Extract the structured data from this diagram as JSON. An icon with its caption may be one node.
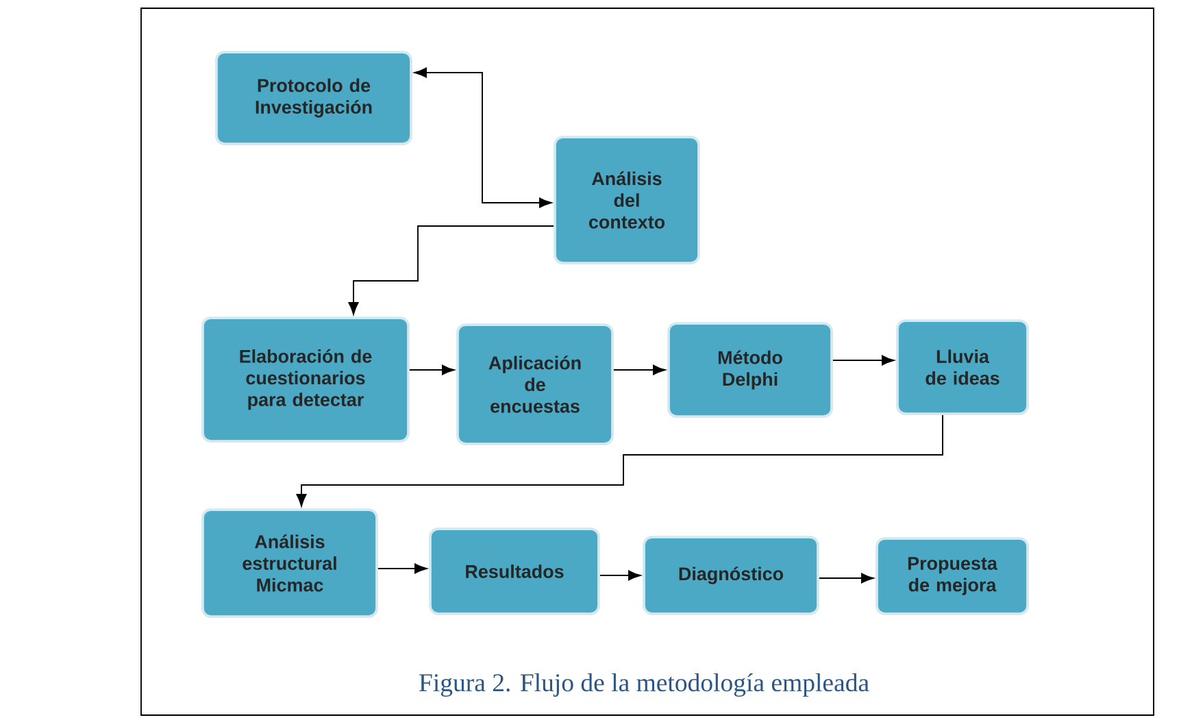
{
  "diagram": {
    "caption": "Figura 2.  Flujo de la metodología empleada",
    "nodes": [
      {
        "text": [
          "Protocolo de Investigación"
        ]
      },
      {
        "text": [
          "Análisis del contexto"
        ]
      },
      {
        "text": [
          "Elaboración de cuestionarios para detectar"
        ]
      },
      {
        "text": [
          "Aplicación de encuestas"
        ]
      },
      {
        "text": [
          "Método Delphi"
        ]
      },
      {
        "text": [
          "Lluvia de ideas"
        ]
      },
      {
        "text": [
          "Análisis estructural Micmac"
        ]
      },
      {
        "text": [
          "Resultados"
        ]
      },
      {
        "text": [
          "Diagnóstico"
        ]
      },
      {
        "text": [
          "Propuesta de mejora"
        ]
      }
    ],
    "edges": [
      {
        "from": 0,
        "to": 1,
        "arrow": "both"
      },
      {
        "from": 1,
        "to": 2,
        "arrow": "to"
      },
      {
        "from": 2,
        "to": 3,
        "arrow": "to"
      },
      {
        "from": 3,
        "to": 4,
        "arrow": "to"
      },
      {
        "from": 4,
        "to": 5,
        "arrow": "to"
      },
      {
        "from": 5,
        "to": 6,
        "arrow": "to"
      },
      {
        "from": 6,
        "to": 7,
        "arrow": "to"
      },
      {
        "from": 7,
        "to": 8,
        "arrow": "to"
      },
      {
        "from": 8,
        "to": 9,
        "arrow": "to"
      }
    ]
  }
}
